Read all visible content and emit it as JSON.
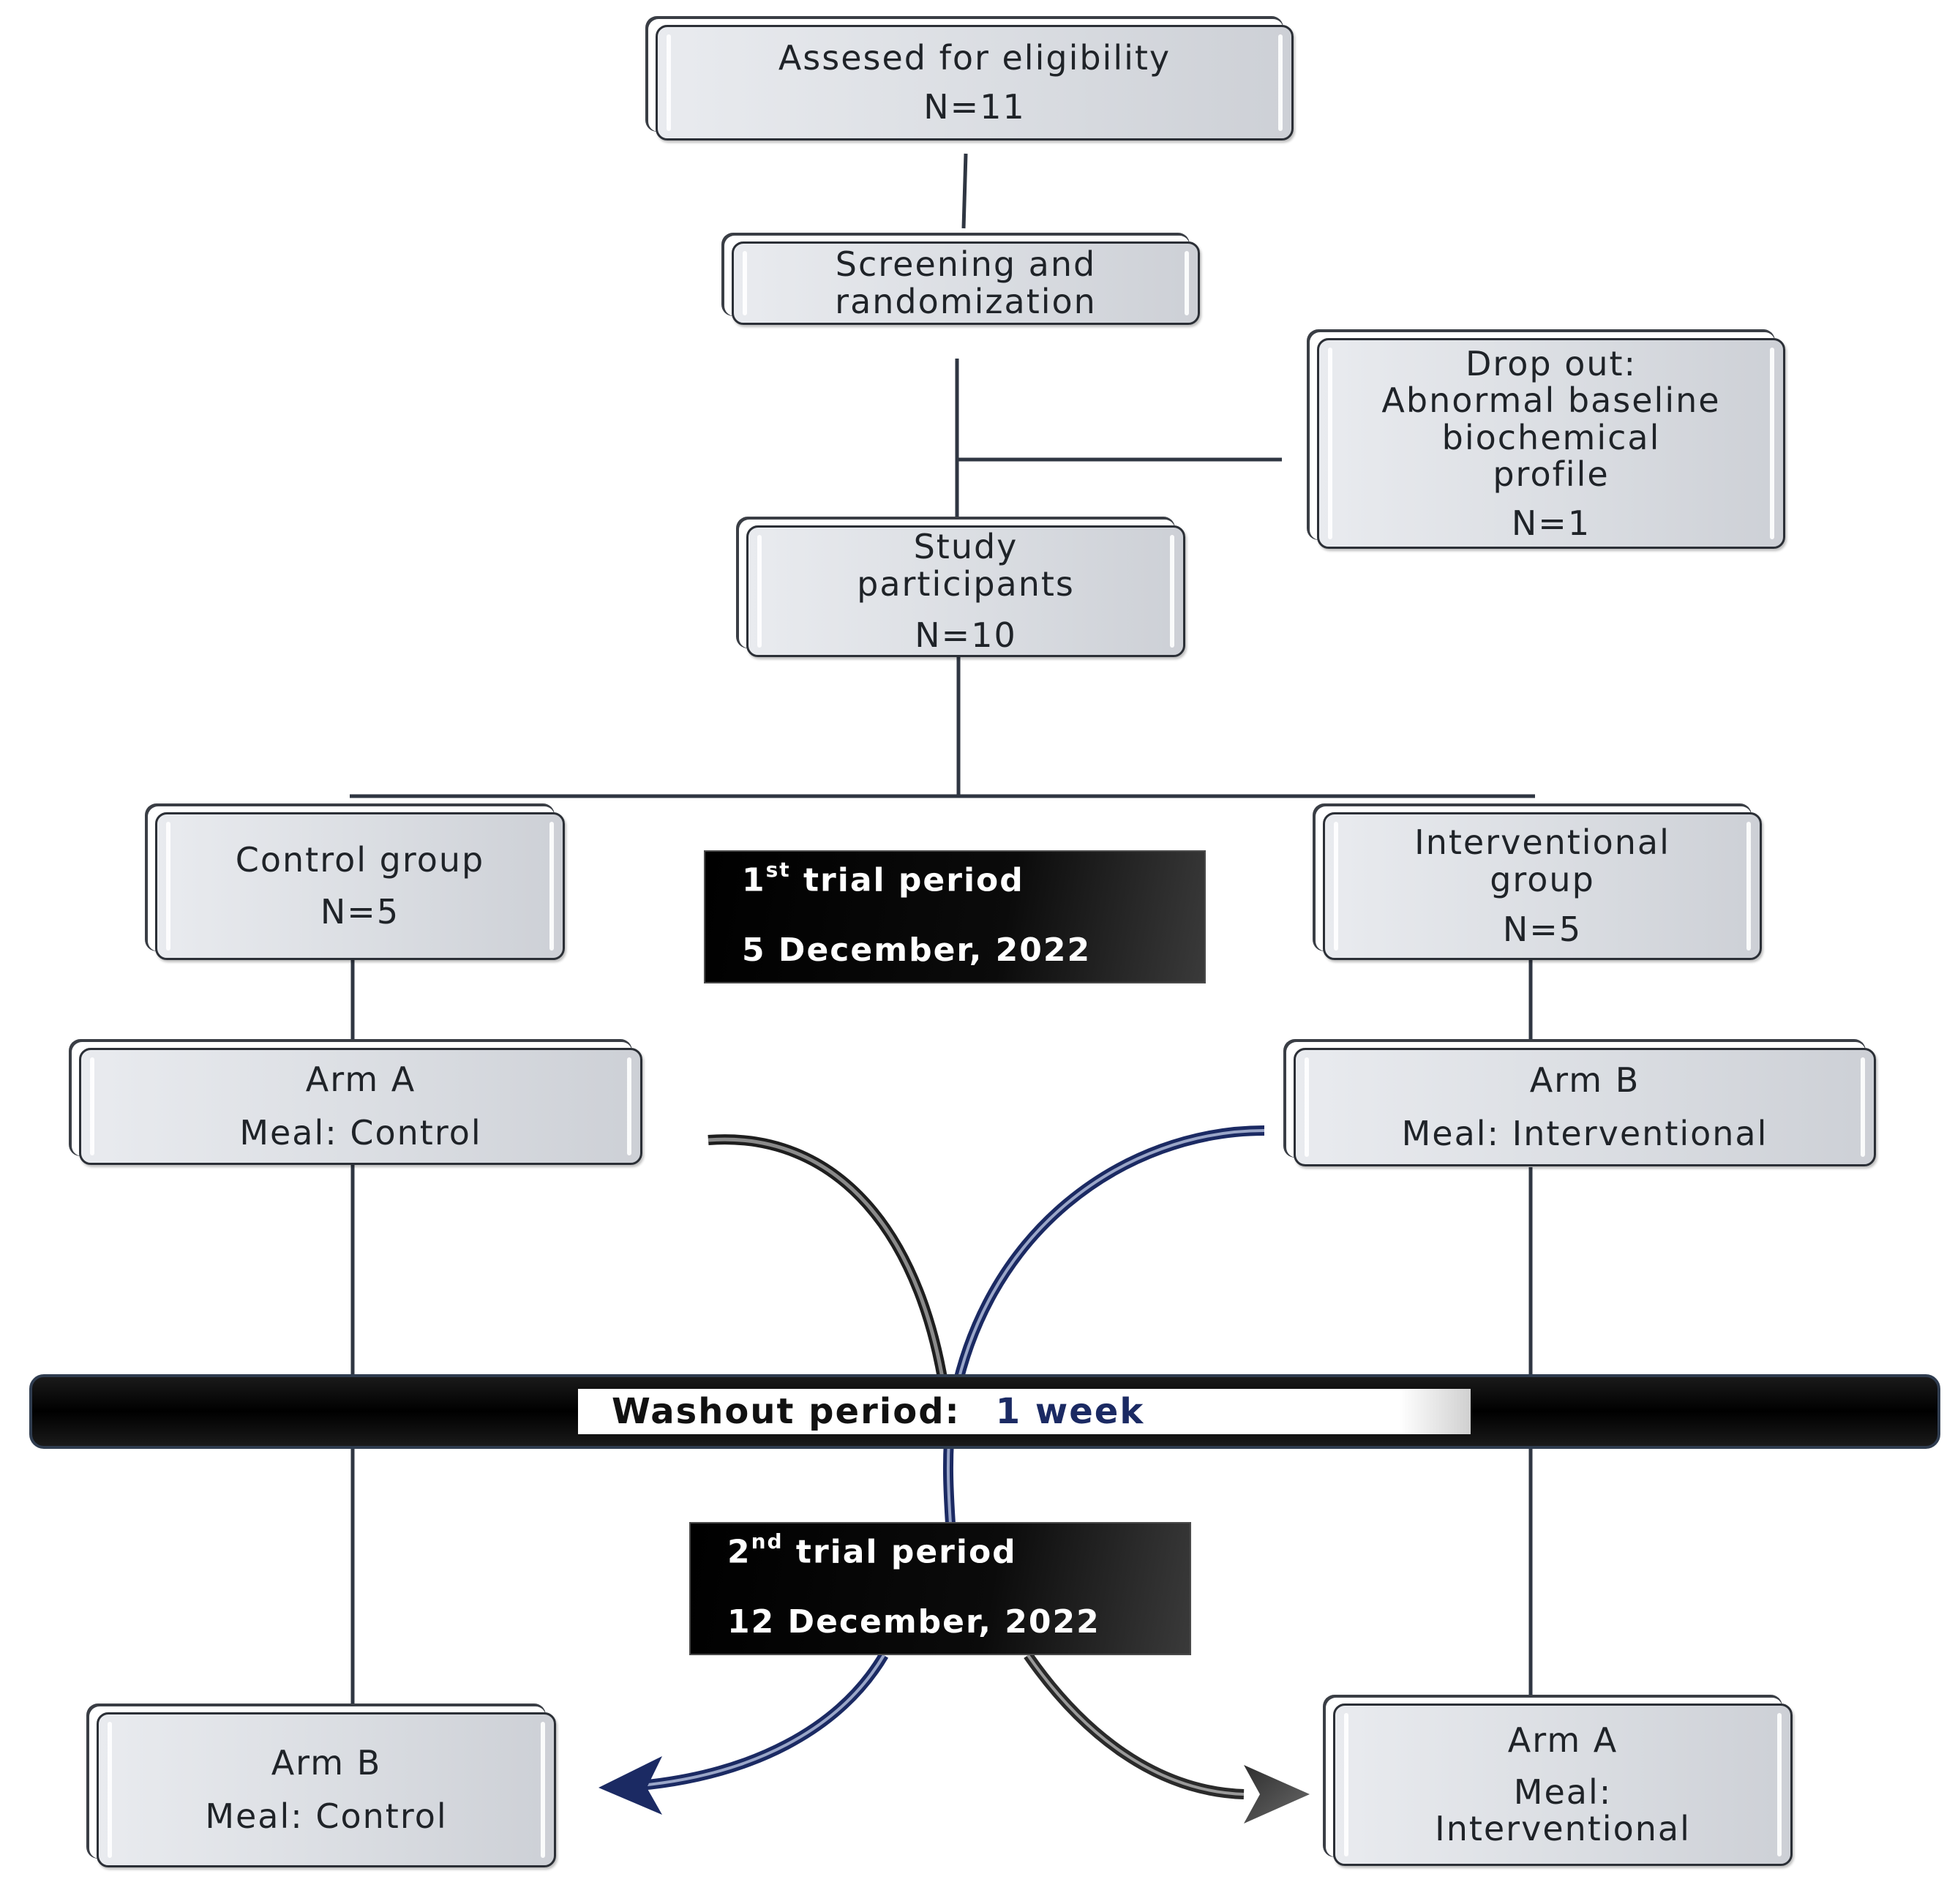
{
  "boxes": {
    "eligibility": {
      "line1": "Assesed for eligibility",
      "line2": "N=11"
    },
    "screening": {
      "line1": "Screening and",
      "line2": "randomization"
    },
    "dropout": {
      "line1": "Drop out:",
      "line2": "Abnormal baseline",
      "line3": "biochemical",
      "line4": "profile",
      "n": "N=1"
    },
    "participants": {
      "line1": "Study",
      "line2": "participants",
      "n": "N=10"
    },
    "control_group": {
      "line1": "Control group",
      "n": "N=5"
    },
    "interventional_group": {
      "line1": "Interventional",
      "line2": "group",
      "n": "N=5"
    },
    "arm_a_first": {
      "line1": "Arm A",
      "line2": "Meal: Control"
    },
    "arm_b_first": {
      "line1": "Arm B",
      "line2": "Meal: Interventional"
    },
    "arm_b_second": {
      "line1": "Arm B",
      "line2": "Meal: Control"
    },
    "arm_a_second": {
      "line1": "Arm A",
      "line2": "Meal:",
      "line3": "Interventional"
    }
  },
  "periods": {
    "first": {
      "ordinal": "1",
      "suffix": "st",
      "label": " trial period",
      "date": "5 December, 2022"
    },
    "second": {
      "ordinal": "2",
      "suffix": "nd",
      "label": " trial period",
      "date": "12 December, 2022"
    }
  },
  "washout": {
    "label": "Washout period:",
    "value": "1 week"
  },
  "colors": {
    "line": "#2f3642",
    "blue_arrow": "#1b2a63",
    "gray_arrow": "#3c3c3c"
  }
}
